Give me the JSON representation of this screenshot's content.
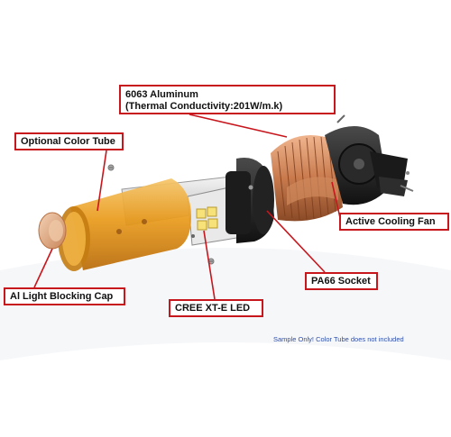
{
  "labels": {
    "aluminum_line1": "6063 Aluminum",
    "aluminum_line2": "(Thermal Conductivity:201W/m.k)",
    "color_tube": "Optional Color Tube",
    "cooling_fan": "Active Cooling Fan",
    "socket": "PA66 Socket",
    "blocking_cap": "Al Light Blocking Cap",
    "led": "CREE XT-E LED"
  },
  "note": "Sample Only! Color Tube does not included",
  "colors": {
    "callout_border": "#c8161d",
    "leader_line": "#c8161d",
    "note_text": "#2f4fa6",
    "copper": "#c87a4d",
    "amber_tube": "#e99a1a",
    "socket_black": "#1c1c1c"
  }
}
